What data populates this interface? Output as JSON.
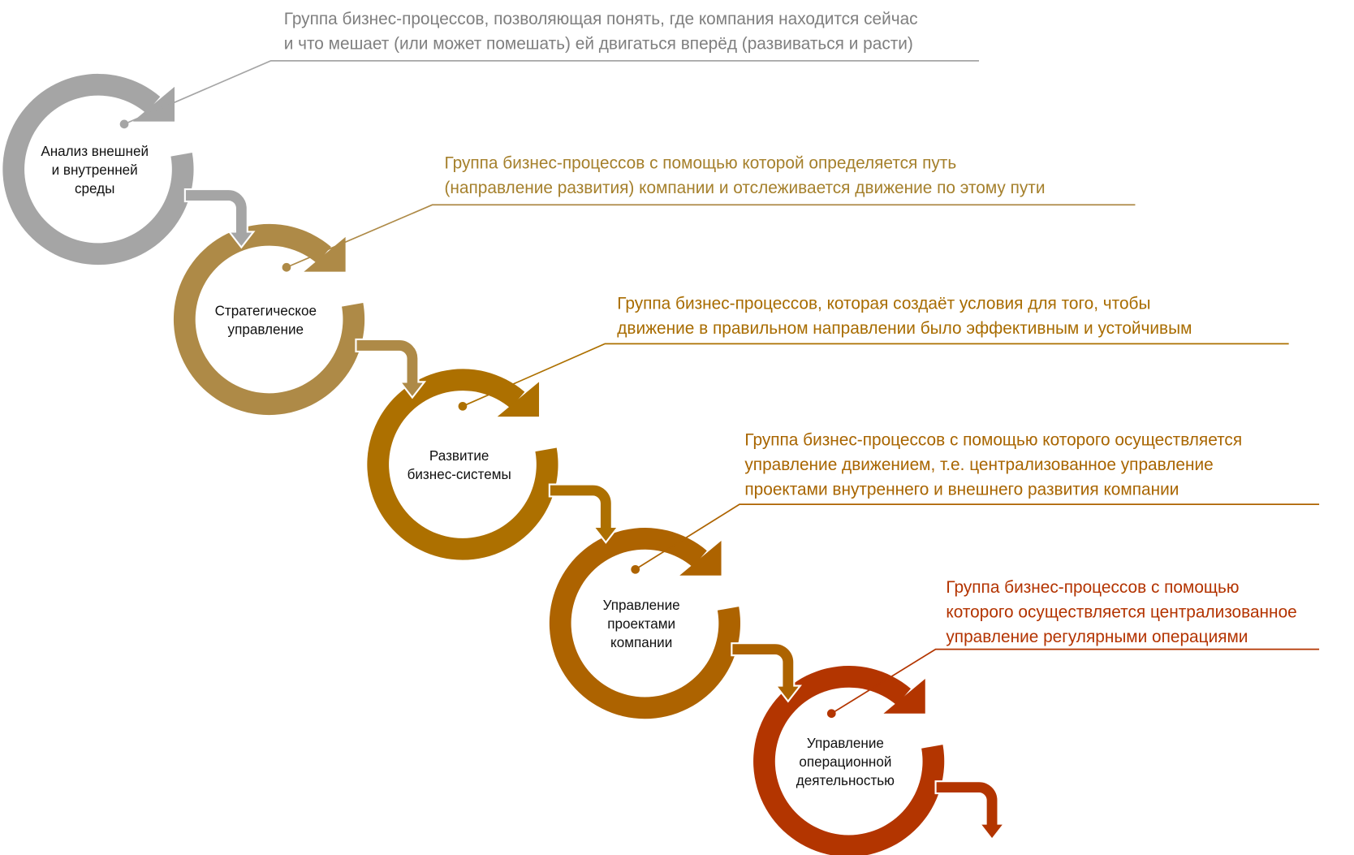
{
  "stages": [
    {
      "label": [
        "Анализ внешней",
        "и внутренней",
        "среды"
      ],
      "color": "#a5a5a5",
      "text_color": "#7f7f7f",
      "callout": [
        "Группа бизнес-процессов, позволяющая понять, где компания находится сейчас",
        "и что мешает  (или может помешать) ей двигаться вперёд (развиваться и расти)"
      ]
    },
    {
      "label": [
        "Стратегическое",
        "управление"
      ],
      "color": "#ae8a47",
      "text_color": "#a5802c",
      "callout": [
        "Группа бизнес-процессов с помощью которой определяется путь",
        "(направление развития) компании и отслеживается движение по этому пути"
      ]
    },
    {
      "label": [
        "Развитие",
        "бизнес-системы"
      ],
      "color": "#ad7000",
      "text_color": "#a86c00",
      "callout": [
        "Группа бизнес-процессов, которая создаёт условия для того, чтобы",
        "движение в правильном направлении было эффективным и устойчивым"
      ]
    },
    {
      "label": [
        "Управление",
        "проектами",
        "компании"
      ],
      "color": "#ad6300",
      "text_color": "#a86500",
      "callout": [
        "Группа бизнес-процессов с помощью которого осуществляется",
        "управление движением, т.е. централизованное управление",
        "проектами внутреннего и внешнего развития компании"
      ]
    },
    {
      "label": [
        "Управление",
        "операционной",
        "деятельностью"
      ],
      "color": "#b33500",
      "text_color": "#b33300",
      "callout": [
        "Группа бизнес-процессов с помощью",
        "которого осуществляется централизованное",
        "управление регулярными операциями"
      ]
    }
  ]
}
